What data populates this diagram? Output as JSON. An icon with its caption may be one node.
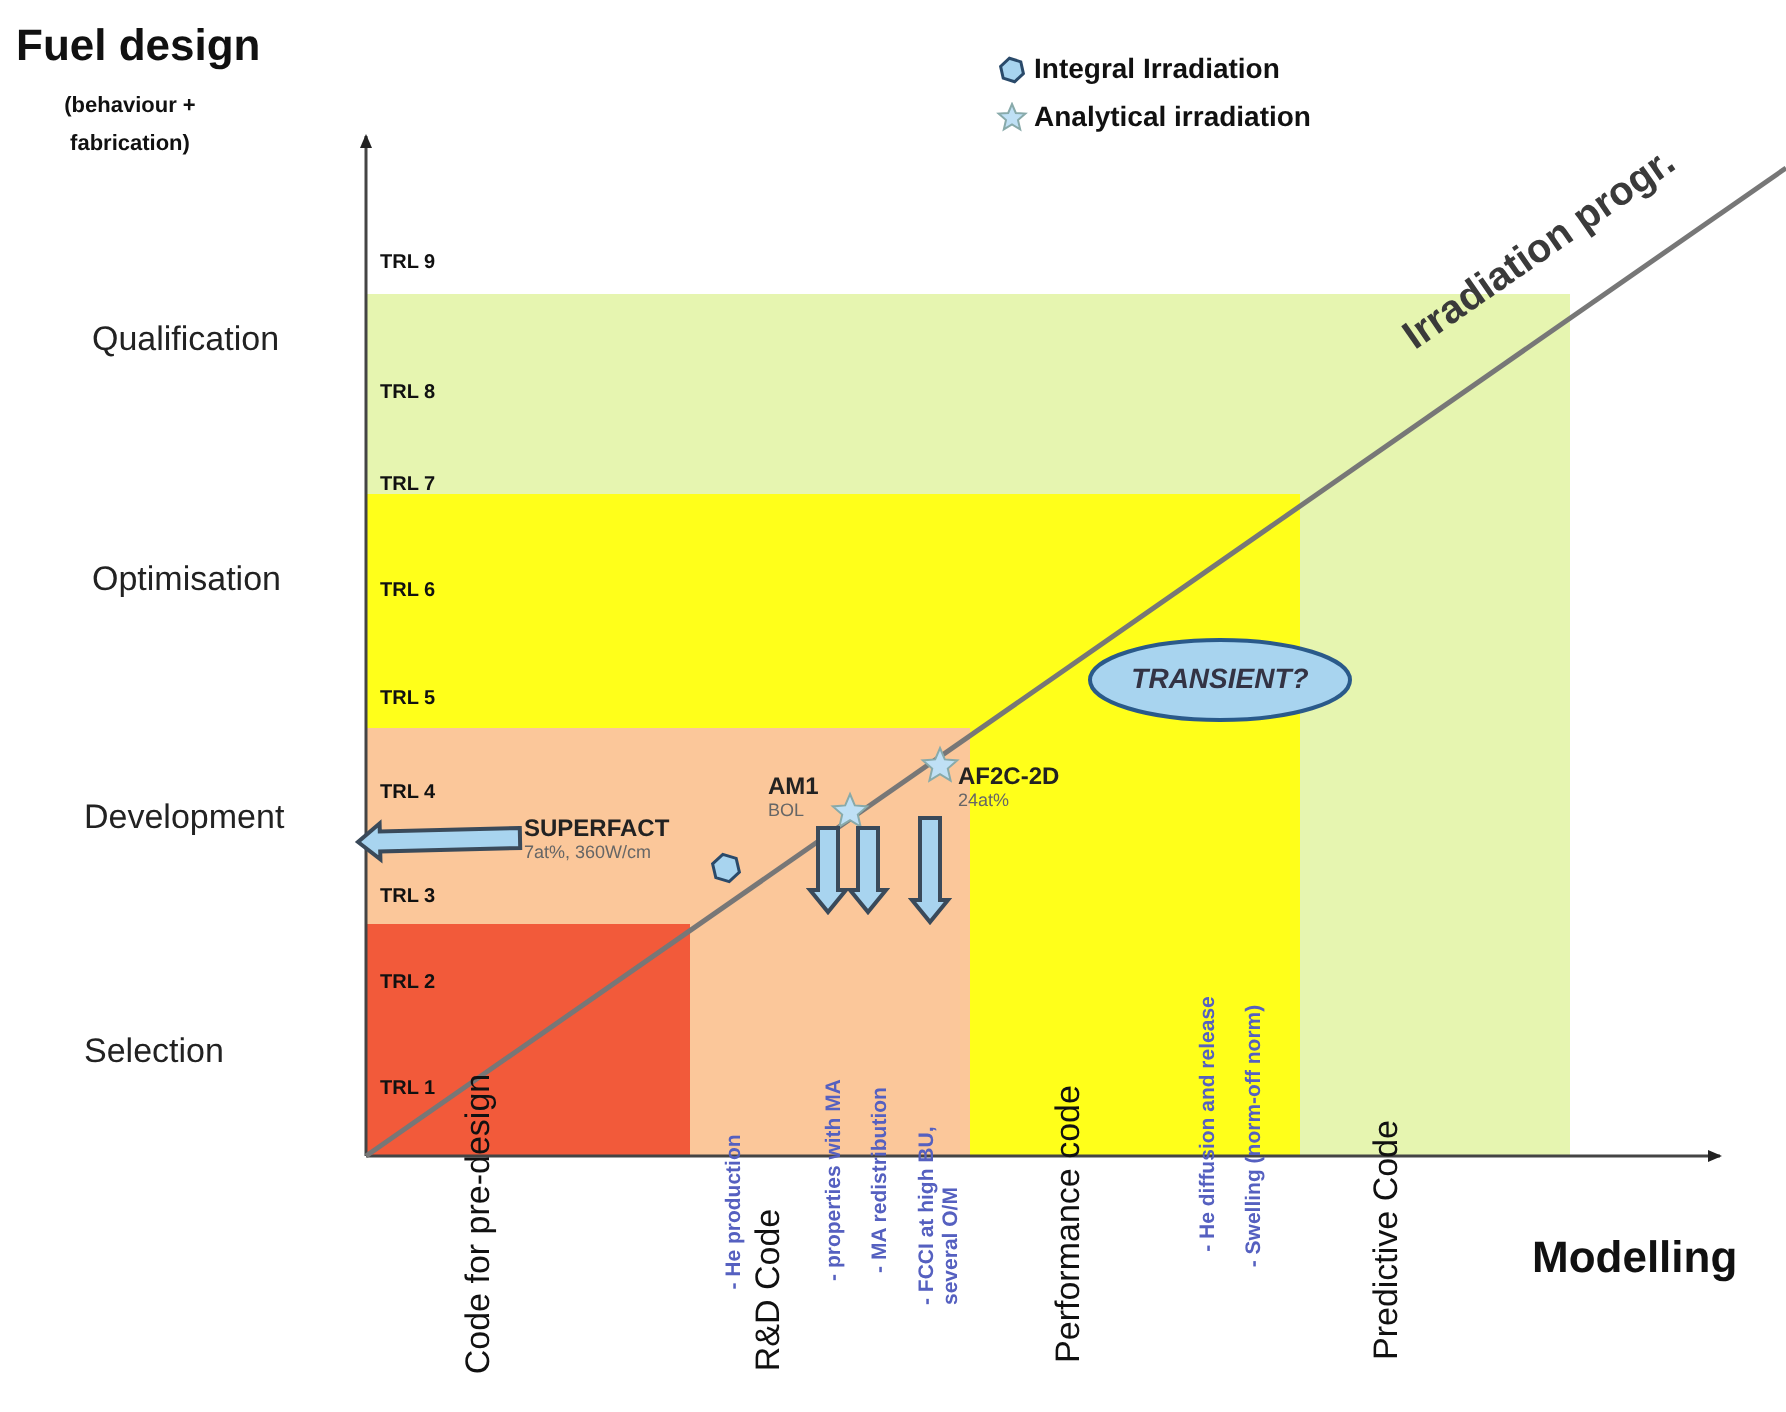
{
  "diagram": {
    "nodes": [
      {
        "text": [
          "TRANSIENT?"
        ]
      },
      {
        "text": [
          "SUPERFACT",
          "7at%, 360W/cm"
        ]
      },
      {
        "text": [
          "AM1",
          "BOL"
        ]
      },
      {
        "text": [
          "AF2C-2D",
          "24at%"
        ]
      }
    ],
    "edges": [
      {
        "from": 1,
        "to": null,
        "arrow": "to",
        "style": "thick"
      },
      {
        "from": 2,
        "to": null,
        "arrow": "to",
        "style": "thick"
      },
      {
        "from": 2,
        "to": null,
        "arrow": "to",
        "style": "thick"
      },
      {
        "from": 3,
        "to": null,
        "arrow": "to",
        "style": "thick"
      }
    ],
    "labels": [
      "Fuel design",
      "(behaviour + fabrication)",
      "TRL 9",
      "Qualification",
      "TRL 8",
      "TRL 7",
      "Optimisation",
      "TRL 6",
      "TRL 5",
      "TRL 4",
      "Development",
      "TRL 3",
      "TRL 2",
      "Selection",
      "TRL 1",
      "Irradiation progr.",
      "Modelling",
      "Code for pre-design",
      "- He production",
      "R&D Code",
      "- properties with MA",
      "- MA redistribution",
      "- FCCI at high BU, several O/M",
      "Performance code",
      "- He diffusion and release",
      "- Swelling (norm-off norm)",
      "Predictive Code"
    ],
    "legend": [
      {
        "text": "Integral Irradiation"
      },
      {
        "text": "Analytical irradiation"
      }
    ]
  }
}
